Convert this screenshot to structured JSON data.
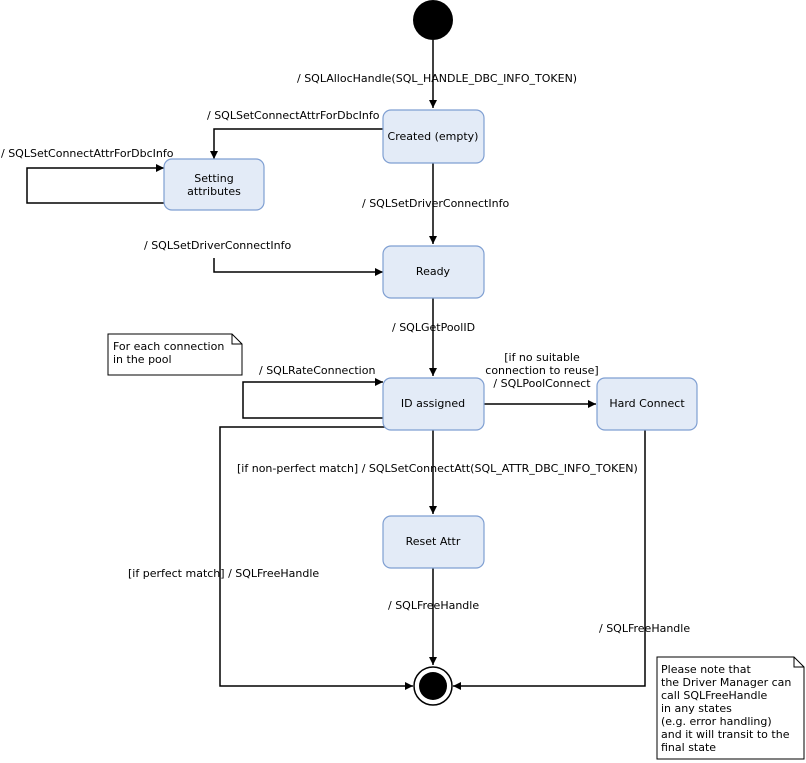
{
  "states": {
    "created": "Created (empty)",
    "setting": [
      "Setting",
      "attributes"
    ],
    "ready": "Ready",
    "id_assigned": "ID assigned",
    "hard_connect": "Hard Connect",
    "reset_attr": "Reset Attr"
  },
  "transitions": {
    "alloc": "/ SQLAllocHandle(SQL_HANDLE_DBC_INFO_TOKEN)",
    "set_attr_from_created": "/ SQLSetConnectAttrForDbcInfo",
    "set_attr_self": "/ SQLSetConnectAttrForDbcInfo",
    "driver_connect_from_created": "/ SQLSetDriverConnectInfo",
    "driver_connect_from_setting": "/ SQLSetDriverConnectInfo",
    "get_pool_id": "/ SQLGetPoolID",
    "rate_connection": "/ SQLRateConnection",
    "pool_connect": [
      "[if no suitable",
      "connection to reuse]",
      "/ SQLPoolConnect"
    ],
    "non_perfect": "[if non-perfect match] / SQLSetConnectAtt(SQL_ATTR_DBC_INFO_TOKEN)",
    "perfect": "[if perfect match] / SQLFreeHandle",
    "free_from_reset": "/ SQLFreeHandle",
    "free_from_hard": "/ SQLFreeHandle"
  },
  "notes": {
    "pool": [
      "For each connection",
      "in the pool"
    ],
    "driver_manager": [
      "Please note that",
      "the Driver Manager can",
      "call SQLFreeHandle",
      "in any states",
      "(e.g. error handling)",
      "and it will transit to the",
      "final state"
    ]
  }
}
